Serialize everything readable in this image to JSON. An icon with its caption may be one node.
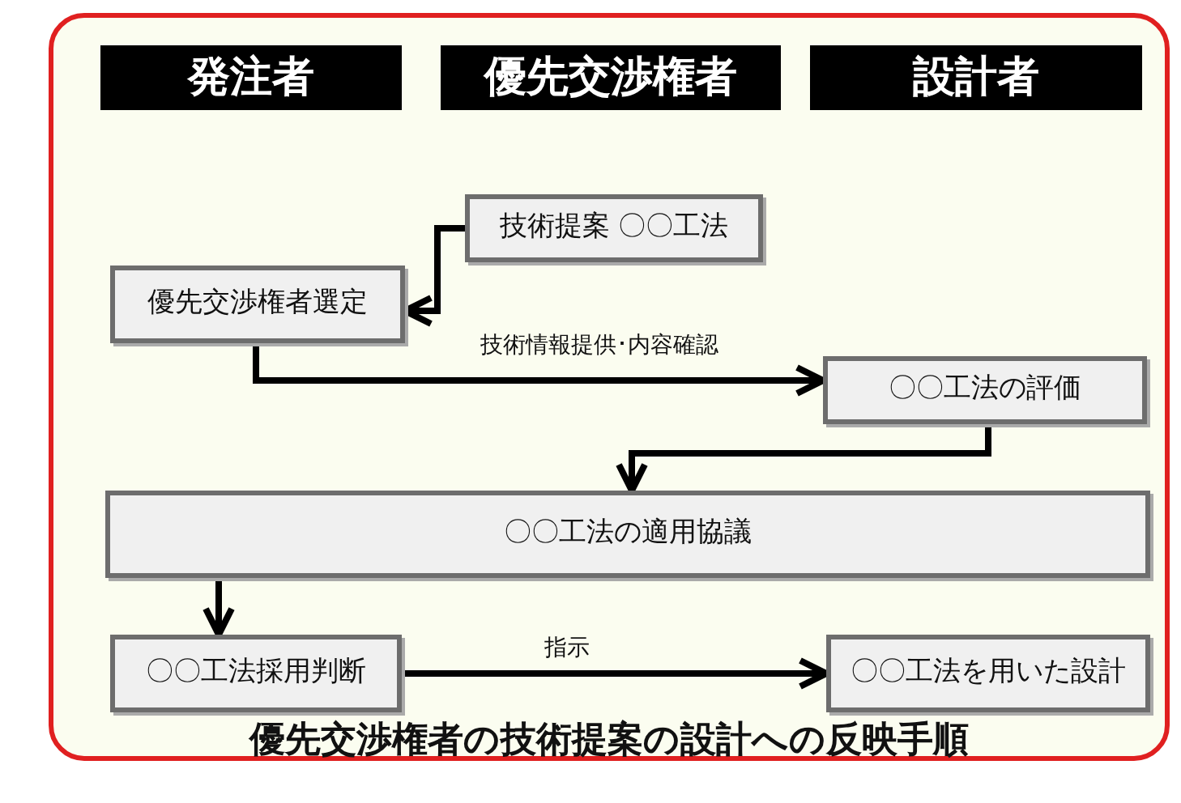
{
  "diagram": {
    "caption": "優先交渉権者の技術提案の設計への反映手順",
    "nodes": [
      {
        "text": [
          "発注者"
        ]
      },
      {
        "text": [
          "優先交渉権者"
        ]
      },
      {
        "text": [
          "設計者"
        ]
      },
      {
        "text": [
          "技術提案 〇〇工法"
        ]
      },
      {
        "text": [
          "優先交渉権者選定"
        ]
      },
      {
        "text": [
          "〇〇工法の評価"
        ]
      },
      {
        "text": [
          "〇〇工法の適用協議"
        ]
      },
      {
        "text": [
          "〇〇工法採用判断"
        ]
      },
      {
        "text": [
          "〇〇工法を用いた設計"
        ]
      }
    ],
    "edges": [
      {
        "from": 3,
        "to": 4,
        "arrow": "to"
      },
      {
        "from": 4,
        "to": 5,
        "arrow": "to",
        "label": "技術情報提供･内容確認"
      },
      {
        "from": 5,
        "to": 6,
        "arrow": "to"
      },
      {
        "from": 6,
        "to": 7,
        "arrow": "to"
      },
      {
        "from": 7,
        "to": 8,
        "arrow": "to",
        "label": "指示"
      }
    ]
  }
}
